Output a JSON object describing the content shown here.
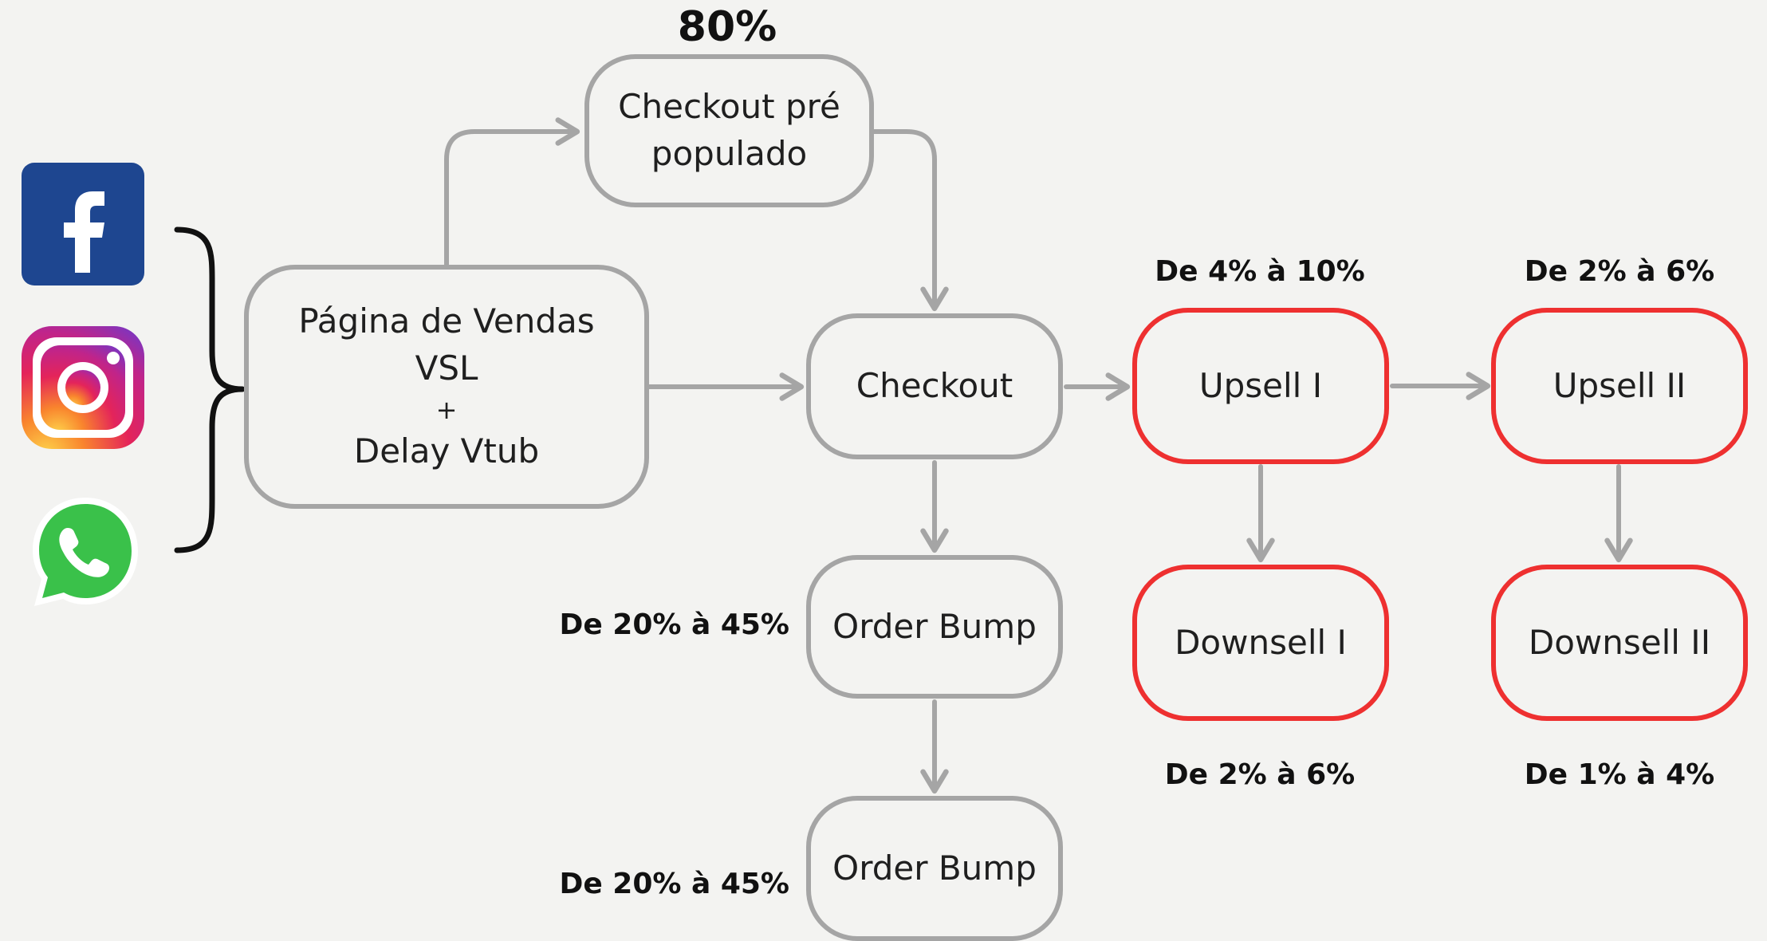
{
  "nodes": {
    "sales_page": {
      "lines": [
        "Página de Vendas",
        "VSL",
        "+",
        "Delay Vtub"
      ]
    },
    "prefilled_checkout": {
      "lines": [
        "Checkout pré",
        "populado"
      ],
      "rate": "80%"
    },
    "checkout": {
      "label": "Checkout"
    },
    "order_bump_1": {
      "label": "Order Bump",
      "rate": "De 20% à 45%"
    },
    "order_bump_2": {
      "label": "Order Bump",
      "rate": "De 20% à 45%"
    },
    "upsell_1": {
      "label": "Upsell I",
      "rate": "De 4% à 10%"
    },
    "upsell_2": {
      "label": "Upsell II",
      "rate": "De 2% à 6%"
    },
    "downsell_1": {
      "label": "Downsell I",
      "rate": "De 2% à 6%"
    },
    "downsell_2": {
      "label": "Downsell II",
      "rate": "De 1% à 4%"
    }
  },
  "traffic_sources": [
    "facebook-icon",
    "instagram-icon",
    "whatsapp-icon"
  ],
  "colors": {
    "background": "#f3f3f1",
    "gray_border": "#a5a5a5",
    "red_border": "#ee3030",
    "arrow": "#a5a5a5",
    "facebook": "#1e4690",
    "whatsapp": "#3ac14a",
    "text": "#1f1f1f"
  }
}
